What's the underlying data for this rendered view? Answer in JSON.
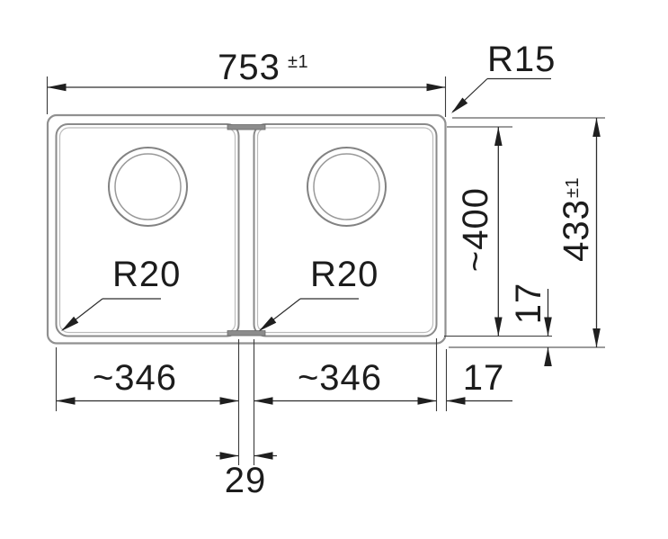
{
  "drawing": {
    "subject": "double-bowl-sink-plan-view",
    "colors": {
      "background": "#ffffff",
      "object_line": "#8a8a8a",
      "dimension_line": "#2d2d2d",
      "text": "#1c1c1c",
      "divider_cap": "#8c8c8c"
    },
    "labels": {
      "overall_width": "753",
      "overall_width_tol": "±1",
      "outer_corner_radius": "R15",
      "bowl_depth": "~400",
      "overall_depth": "433",
      "overall_depth_tol": "±1",
      "rim_vertical": "17",
      "bowl_radius_left": "R20",
      "bowl_radius_right": "R20",
      "bowl_width_left": "~346",
      "bowl_width_right": "~346",
      "rim_horizontal": "17",
      "divider_width": "29"
    }
  }
}
